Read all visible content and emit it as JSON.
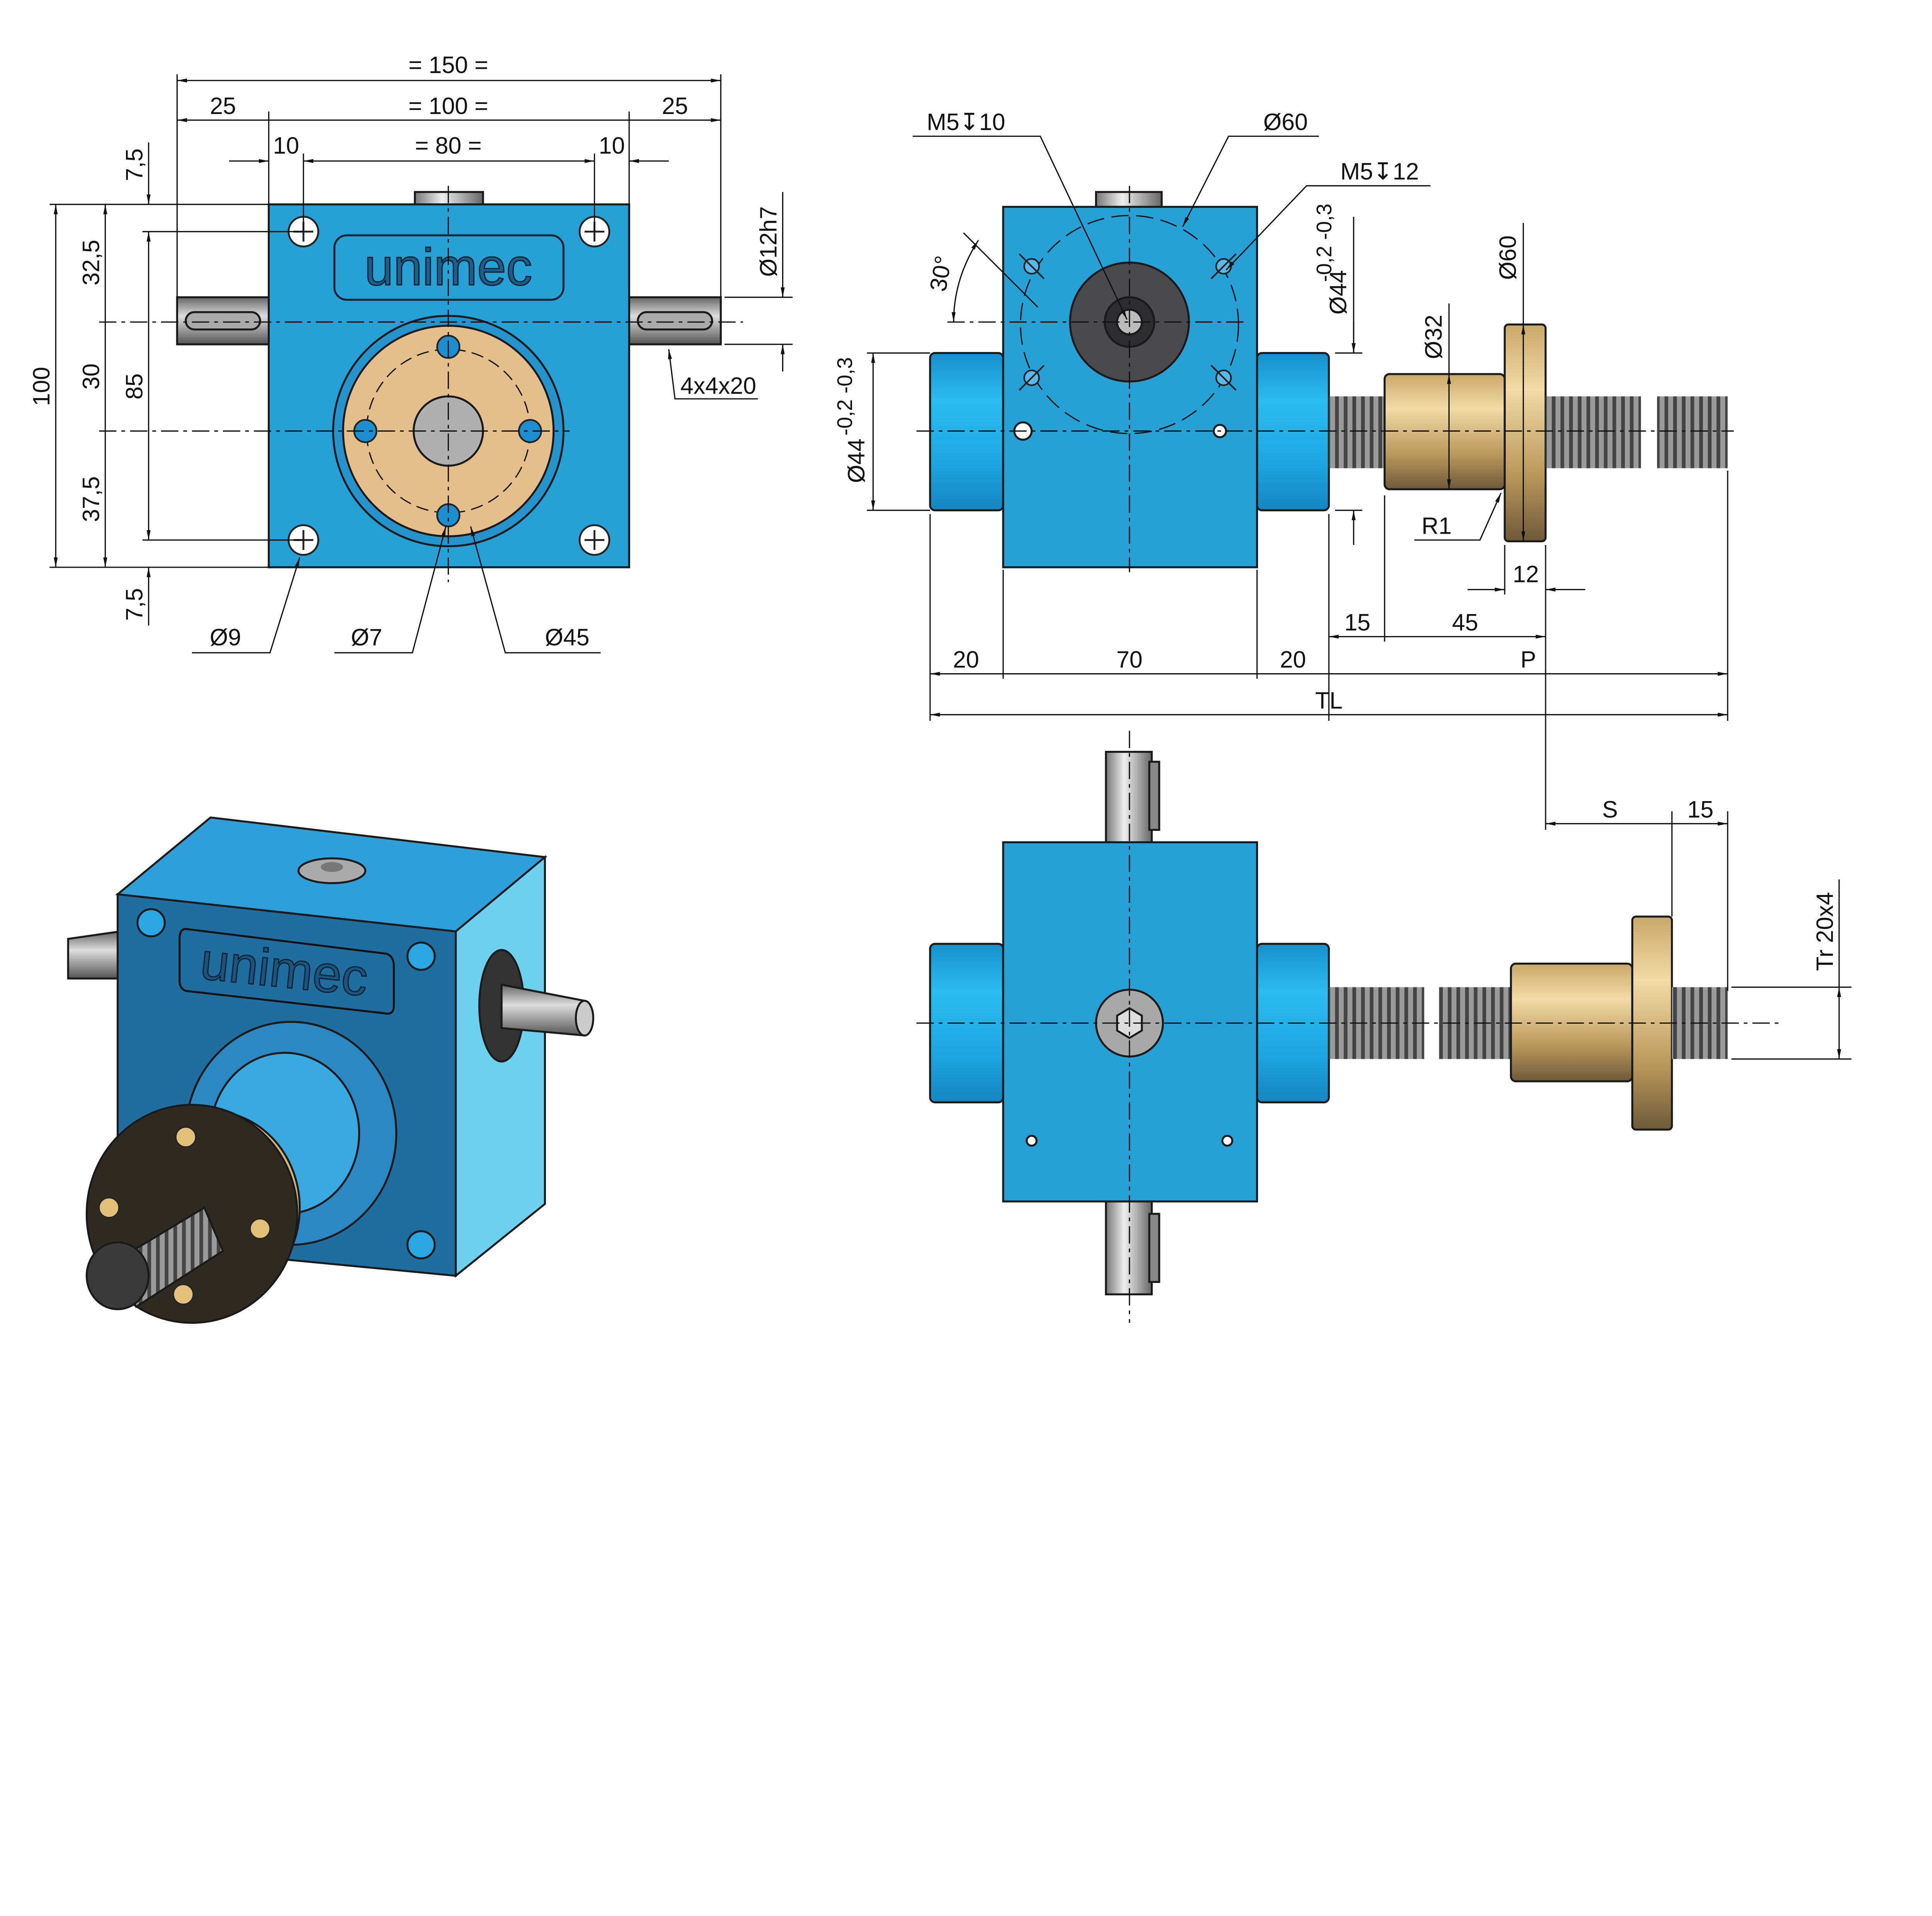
{
  "colors": {
    "body_blue": "#27a0d6",
    "boss_blue": "#1ea9e3",
    "bronze": "#d9b27a",
    "dark_disk": "#4a4a4d",
    "thread": "#8a8a8a"
  },
  "front_view": {
    "logo": "unimec",
    "overall_width": "= 150 =",
    "left_shaft": "25",
    "body_width": "= 100 =",
    "right_shaft": "25",
    "hole_offset_left": "10",
    "hole_spacing": "= 80 =",
    "hole_offset_right": "10",
    "top_margin": "7,5",
    "dim_32_5": "32,5",
    "dim_30": "30",
    "dim_37_5": "37,5",
    "bottom_margin": "7,5",
    "height": "100",
    "hole_vertical": "85",
    "shaft_dia": "Ø12h7",
    "key": "4x4x20",
    "hole_dia_9": "Ø9",
    "hole_dia_7": "Ø7",
    "pcd_45": "Ø45"
  },
  "side_view": {
    "thread_hole_1": "M5↧10",
    "pcd_60": "Ø60",
    "thread_hole_2": "M5↧12",
    "angle": "30°",
    "boss_dia": "Ø44",
    "boss_tol": "-0,2 -0,3",
    "boss_dia_right": "Ø44",
    "boss_tol_right": "-0,2 -0,3",
    "nut_dia": "Ø32",
    "flange_dia": "Ø60",
    "radius": "R1",
    "flange_thk": "12",
    "dim_15": "15",
    "dim_45": "45",
    "dim_20_left": "20",
    "dim_70": "70",
    "dim_20_right": "20",
    "p_label": "P",
    "tl_label": "TL"
  },
  "top_view": {
    "stroke_label": "S",
    "dim_15": "15",
    "thread_spec": "Tr 20x4"
  },
  "iso_view": {
    "logo": "unimec"
  }
}
